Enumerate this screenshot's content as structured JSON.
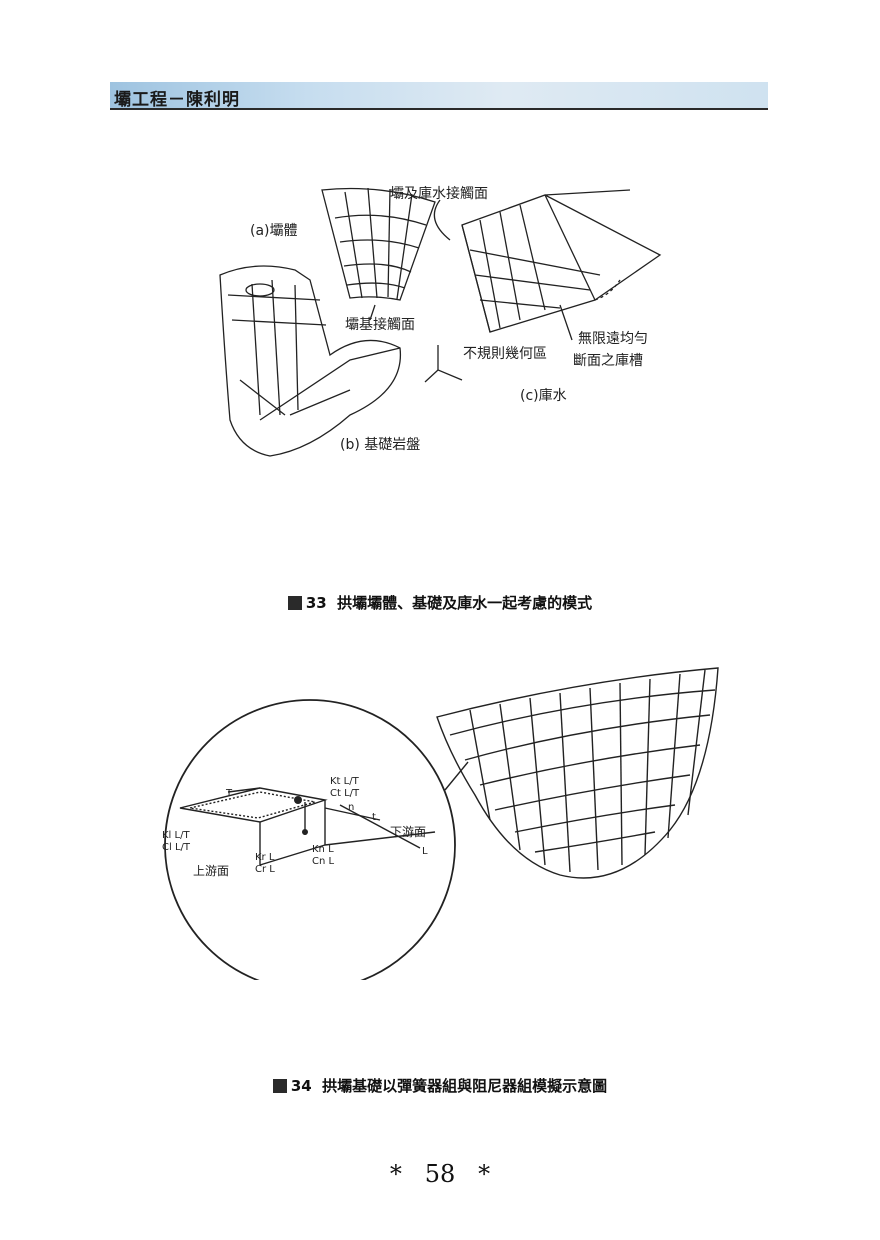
{
  "header": {
    "title": "壩工程－陳利明"
  },
  "figure33": {
    "labels": {
      "a": "(a)壩體",
      "interface_dam_water": "壩及庫水接觸面",
      "interface_dam_foundation": "壩基接觸面",
      "irregular_zone": "不規則幾何區",
      "infinite_channel_1": "無限遠均勻",
      "infinite_channel_2": "斷面之庫槽",
      "c": "(c)庫水",
      "b": "(b) 基礎岩盤"
    },
    "caption_number": "33",
    "caption_text": "拱壩壩體、基礎及庫水一起考慮的模式"
  },
  "figure34": {
    "labels": {
      "T": "T",
      "kt": "Kt L/T",
      "ct": "Ct L/T",
      "n": "n",
      "t": "t",
      "kl": "Kl L/T",
      "cl": "Cl L/T",
      "kr": "Kr L",
      "cr": "Cr L",
      "kn": "Kn L",
      "cn": "Cn L",
      "L": "L",
      "downstream": "下游面",
      "upstream": "上游面"
    },
    "caption_number": "34",
    "caption_text": "拱壩基礎以彈簧器組與阻尼器組模擬示意圖"
  },
  "page_number": "58",
  "page_mark": "*"
}
